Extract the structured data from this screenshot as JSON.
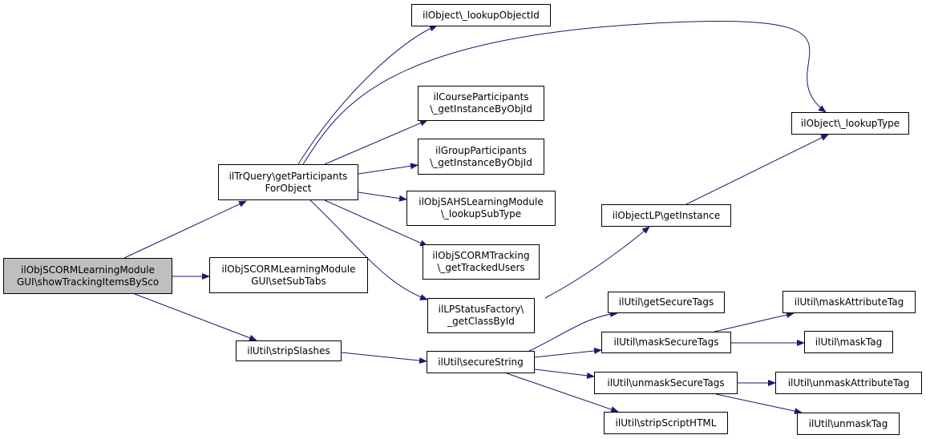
{
  "graph": {
    "edge_color": "#191970",
    "root_fill": "#bfbfbf",
    "nodes": {
      "root": [
        "ilObjSCORMLearningModule",
        "GUI\\showTrackingItemsBySco"
      ],
      "trquery": [
        "ilTrQuery\\getParticipants",
        "ForObject"
      ],
      "setsubtabs": [
        "ilObjSCORMLearningModule",
        "GUI\\setSubTabs"
      ],
      "stripslashes": [
        "ilUtil\\stripSlashes"
      ],
      "lookupobjectid": [
        "ilObject\\_lookupObjectId"
      ],
      "courseparticipants": [
        "ilCourseParticipants",
        "\\_getInstanceByObjId"
      ],
      "groupparticipants": [
        "ilGroupParticipants",
        "\\_getInstanceByObjId"
      ],
      "sahslookupsubtype": [
        "ilObjSAHSLearningModule",
        "\\_lookupSubType"
      ],
      "scormtracking": [
        "ilObjSCORMTracking",
        "\\_getTrackedUsers"
      ],
      "lpstatusfactory": [
        "ilLPStatusFactory\\",
        "_getClassById"
      ],
      "securestring": [
        "ilUtil\\secureString"
      ],
      "lookuptype": [
        "ilObject\\_lookupType"
      ],
      "objectlp": [
        "ilObjectLP\\getInstance"
      ],
      "getsecuretags": [
        "ilUtil\\getSecureTags"
      ],
      "masksecuretags": [
        "ilUtil\\maskSecureTags"
      ],
      "unmasksecuretags": [
        "ilUtil\\unmaskSecureTags"
      ],
      "stripscripthtml": [
        "ilUtil\\stripScriptHTML"
      ],
      "maskattributetag": [
        "ilUtil\\maskAttributeTag"
      ],
      "masktag": [
        "ilUtil\\maskTag"
      ],
      "unmaskattributetag": [
        "ilUtil\\unmaskAttributeTag"
      ],
      "unmasktag": [
        "ilUtil\\unmaskTag"
      ]
    },
    "edges": [
      [
        "root",
        "trquery"
      ],
      [
        "root",
        "setsubtabs"
      ],
      [
        "root",
        "stripslashes"
      ],
      [
        "trquery",
        "lookupobjectid"
      ],
      [
        "trquery",
        "lookuptype"
      ],
      [
        "trquery",
        "courseparticipants"
      ],
      [
        "trquery",
        "groupparticipants"
      ],
      [
        "trquery",
        "sahslookupsubtype"
      ],
      [
        "trquery",
        "scormtracking"
      ],
      [
        "trquery",
        "lpstatusfactory"
      ],
      [
        "lpstatusfactory",
        "objectlp"
      ],
      [
        "objectlp",
        "lookuptype"
      ],
      [
        "stripslashes",
        "securestring"
      ],
      [
        "securestring",
        "getsecuretags"
      ],
      [
        "securestring",
        "masksecuretags"
      ],
      [
        "securestring",
        "unmasksecuretags"
      ],
      [
        "securestring",
        "stripscripthtml"
      ],
      [
        "masksecuretags",
        "maskattributetag"
      ],
      [
        "masksecuretags",
        "masktag"
      ],
      [
        "unmasksecuretags",
        "unmaskattributetag"
      ],
      [
        "unmasksecuretags",
        "unmasktag"
      ]
    ]
  }
}
